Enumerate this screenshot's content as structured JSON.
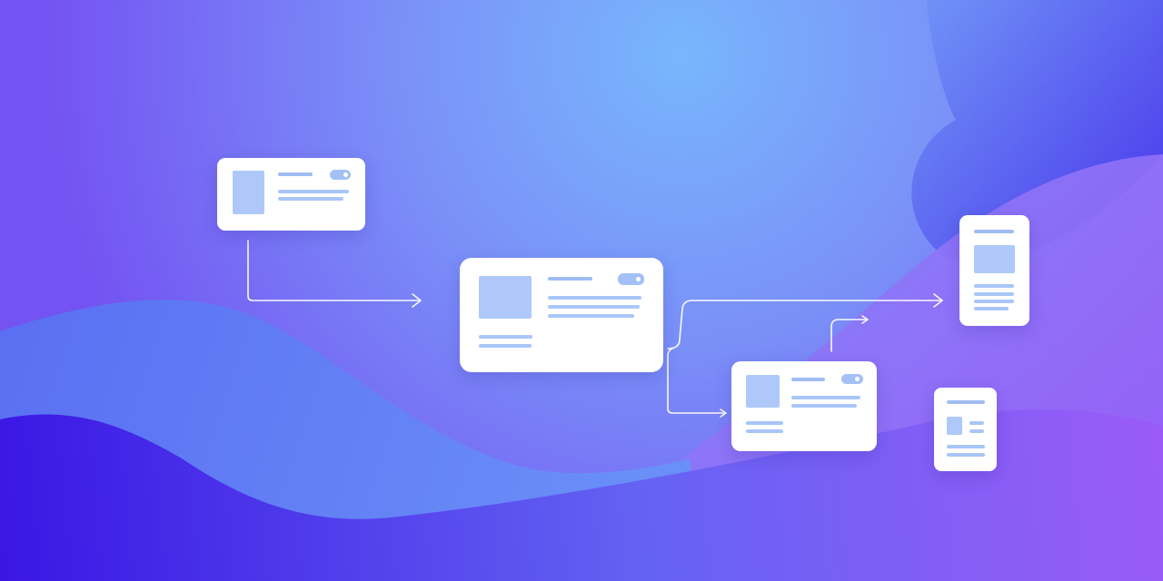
{
  "colors": {
    "bg_top_left": "#7a5cf6",
    "bg_center_light": "#76b0fb",
    "bg_bottom_left": "#3b1be6",
    "bg_bottom_right": "#9b5cf8",
    "card_fill": "#ffffff",
    "card_placeholder": "#a9c6f8",
    "connector": "#ffffff"
  },
  "diagram": {
    "nodes": [
      {
        "id": "node-1",
        "kind": "wide-card"
      },
      {
        "id": "node-2",
        "kind": "main-card"
      },
      {
        "id": "node-3",
        "kind": "wide-card"
      },
      {
        "id": "node-4",
        "kind": "phone-card"
      },
      {
        "id": "node-5",
        "kind": "phone-card"
      }
    ],
    "edges": [
      {
        "from": "node-1",
        "to": "node-2"
      },
      {
        "from": "node-2",
        "to": "node-4"
      },
      {
        "from": "node-2",
        "to": "node-3"
      },
      {
        "from": "node-3",
        "to": "node-4"
      }
    ]
  }
}
